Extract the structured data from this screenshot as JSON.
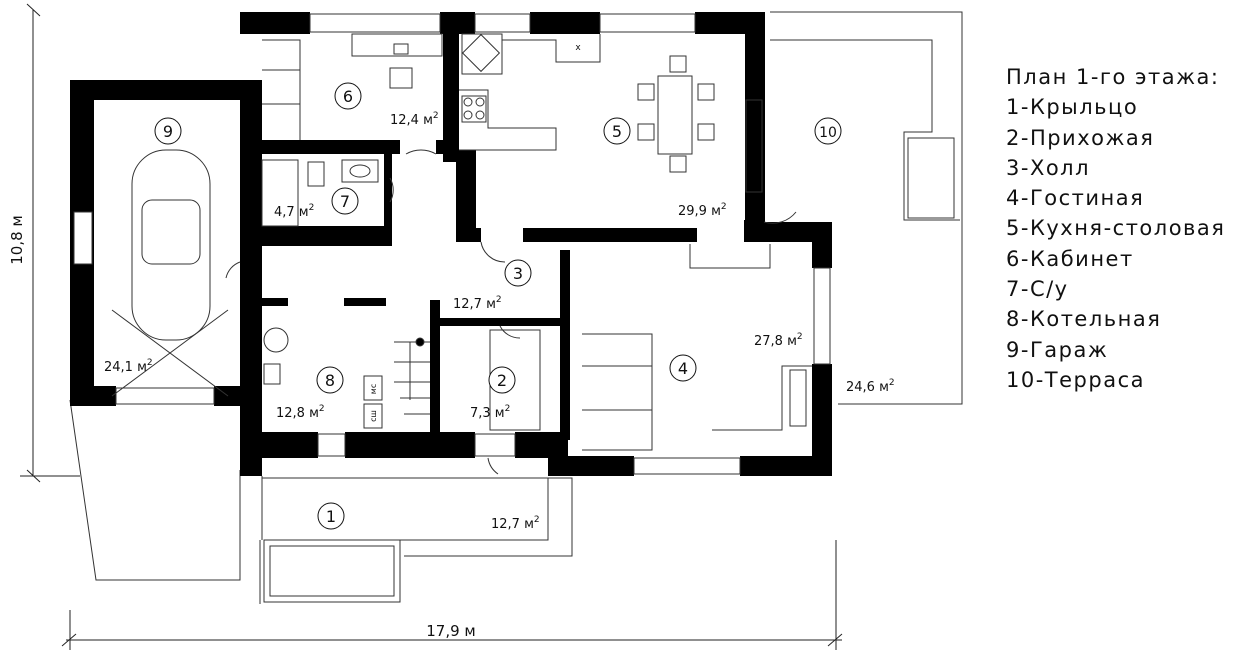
{
  "legend": {
    "title": "План 1-го этажа:",
    "items": [
      "1-Крыльцо",
      "2-Прихожая",
      "3-Холл",
      "4-Гостиная",
      "5-Кухня-столовая",
      "6-Кабинет",
      "7-С/у",
      "8-Котельная",
      "9-Гараж",
      "10-Терраса"
    ]
  },
  "dimensions": {
    "width": "17,9 м",
    "height": "10,8 м"
  },
  "rooms": [
    {
      "number": "1",
      "area": "12,7 м"
    },
    {
      "number": "2",
      "area": "7,3 м"
    },
    {
      "number": "3",
      "area": "12,7 м"
    },
    {
      "number": "4",
      "area": "27,8 м"
    },
    {
      "number": "5",
      "area": "29,9 м"
    },
    {
      "number": "6",
      "area": "12,4 м"
    },
    {
      "number": "7",
      "area": "4,7 м"
    },
    {
      "number": "8",
      "area": "12,8 м"
    },
    {
      "number": "9",
      "area": "24,1 м"
    },
    {
      "number": "10",
      "area": "24,6 м"
    }
  ],
  "area_unit_exponent": "2",
  "fixture_labels": {
    "ms": "мс",
    "sh": "сш",
    "x": "х"
  }
}
